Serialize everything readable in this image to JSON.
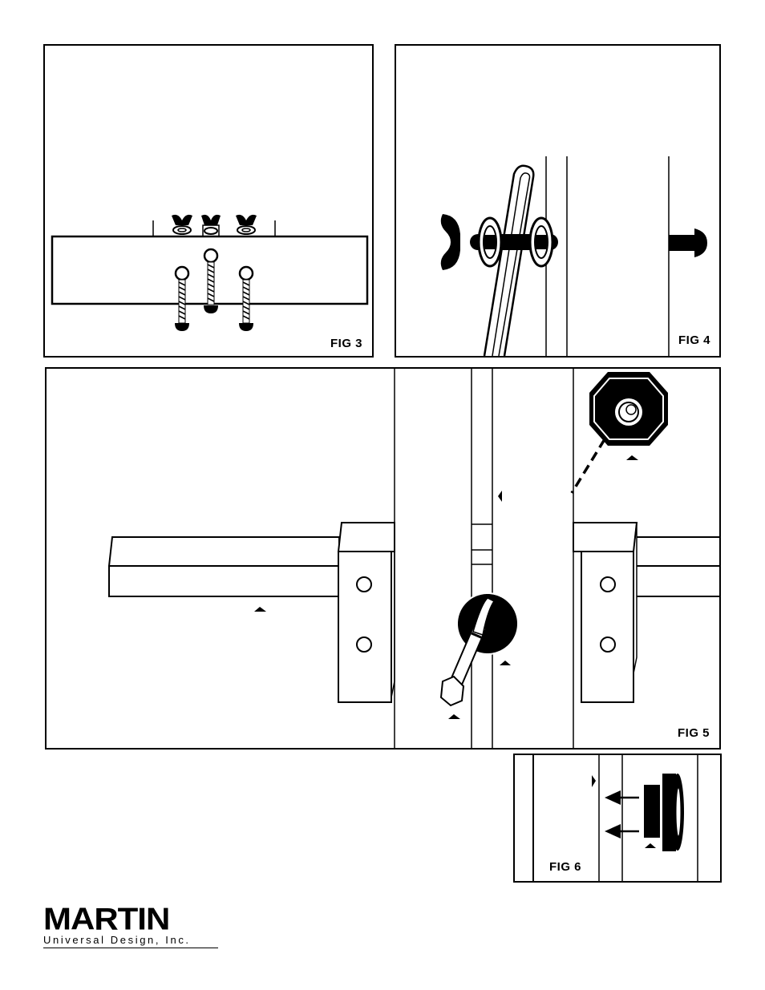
{
  "figures": {
    "fig3": {
      "label": "FIG 3"
    },
    "fig4": {
      "label": "FIG 4"
    },
    "fig5": {
      "label": "FIG 5"
    },
    "fig6": {
      "label": "FIG 6"
    }
  },
  "logo": {
    "word": "MARTIN",
    "tagline": "Universal Design, Inc."
  }
}
